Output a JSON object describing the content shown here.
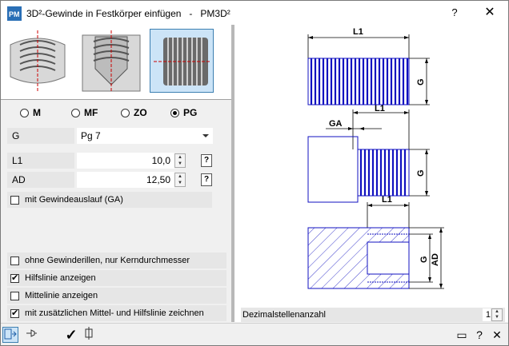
{
  "window": {
    "title": "3D²-Gewinde in Festkörper einfügen   -   PM3D²",
    "help_label": "?",
    "close_label": "✕"
  },
  "thread_types": [
    {
      "label": "M",
      "selected": false
    },
    {
      "label": "MF",
      "selected": false
    },
    {
      "label": "ZO",
      "selected": false
    },
    {
      "label": "PG",
      "selected": true
    }
  ],
  "params": {
    "g_label": "G",
    "g_value": "Pg 7",
    "l1_label": "L1",
    "l1_value": "10,0",
    "ad_label": "AD",
    "ad_value": "12,50",
    "help_glyph": "?"
  },
  "options": {
    "gewindeauslauf": {
      "label": "mit Gewindeauslauf (GA)",
      "checked": false
    },
    "ohne_rillen": {
      "label": "ohne Gewinderillen, nur Kerndurchmesser",
      "checked": false
    },
    "hilfslinie": {
      "label": "Hilfslinie anzeigen",
      "checked": true
    },
    "mittellinie": {
      "label": "Mittelinie anzeigen",
      "checked": false
    },
    "zusaetzlich": {
      "label": "mit zusätzlichen Mittel- und Hilfslinie zeichnen",
      "checked": true
    }
  },
  "preview": {
    "dim_l1": "L1",
    "dim_g": "G",
    "dim_ga": "GA",
    "dim_ad": "AD"
  },
  "decimal": {
    "label": "Dezimalstellenanzahl",
    "value": "1"
  },
  "toolbar": {
    "ok_glyph": "✓",
    "minimize_glyph": "▭",
    "help_glyph": "?",
    "close_glyph": "✕"
  }
}
